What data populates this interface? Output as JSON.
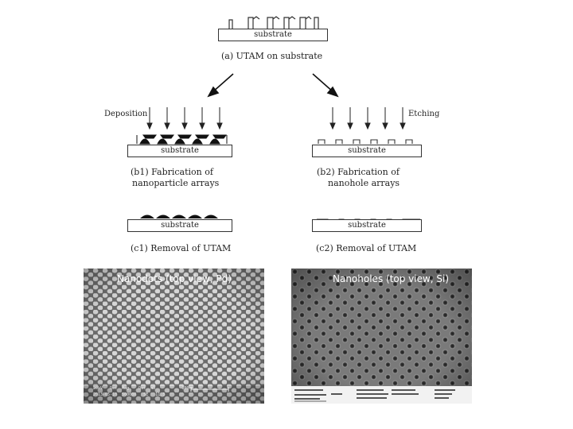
{
  "diagram": {
    "substrate_label": "substrate",
    "step_a": "(a) UTAM on substrate",
    "deposition_label": "Deposition",
    "etching_label": "Etching",
    "step_b1_line1": "(b1) Fabrication of",
    "step_b1_line2": "nanoparticle arrays",
    "step_b2_line1": "(b2) Fabrication of",
    "step_b2_line2": "nanohole arrays",
    "step_c1": "(c1) Removal of UTAM",
    "step_c2": "(c2) Removal of UTAM"
  },
  "sem_images": {
    "left_caption": "Nanodots (top view, Pd)",
    "right_caption": "Nanoholes (top view, Si)",
    "left_info_line1": "20kV   Det  Mag    Det  WD           100nm",
    "left_info_line2": "2013-05-10  50000X   SE   11.3",
    "left_colors": {
      "bg": "#6c6c6c",
      "dot": "#d6d6d6"
    },
    "right_colors": {
      "bg": "#7a7a7a",
      "hole": "#2a2a2a",
      "bar": "#f2f2f2"
    }
  }
}
